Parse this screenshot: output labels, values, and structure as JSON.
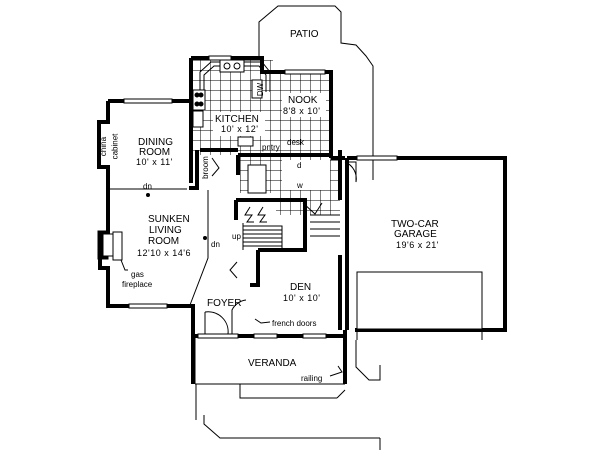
{
  "plan": {
    "rooms": {
      "patio": {
        "name": "PATIO"
      },
      "kitchen": {
        "name": "KITCHEN",
        "dims": "10' x 12'"
      },
      "nook": {
        "name": "NOOK",
        "dims": "8'8 x 10'"
      },
      "dining": {
        "name": "DINING",
        "name2": "ROOM",
        "dims": "10' x 11'"
      },
      "living": {
        "name": "SUNKEN",
        "name2": "LIVING",
        "name3": "ROOM",
        "dims": "12'10 x 14'6"
      },
      "garage": {
        "name": "TWO-CAR",
        "name2": "GARAGE",
        "dims": "19'6 x 21'"
      },
      "den": {
        "name": "DEN",
        "dims": "10' x 10'"
      },
      "foyer": {
        "name": "FOYER"
      },
      "veranda": {
        "name": "VERANDA"
      }
    },
    "annotations": {
      "china_cabinet_1": "china",
      "china_cabinet_2": "cabinet",
      "broom": "broom",
      "pantry": "pntry",
      "desk": "desk",
      "dn_dining": "dn",
      "dn_living": "dn",
      "up_stairs": "up",
      "gas": "gas",
      "fireplace": "fireplace",
      "french_doors": "french doors",
      "railing": "railing",
      "dw": "DW",
      "dryer": "d",
      "washer": "w"
    },
    "colors": {
      "ink": "#000000",
      "paper": "#ffffff"
    }
  }
}
